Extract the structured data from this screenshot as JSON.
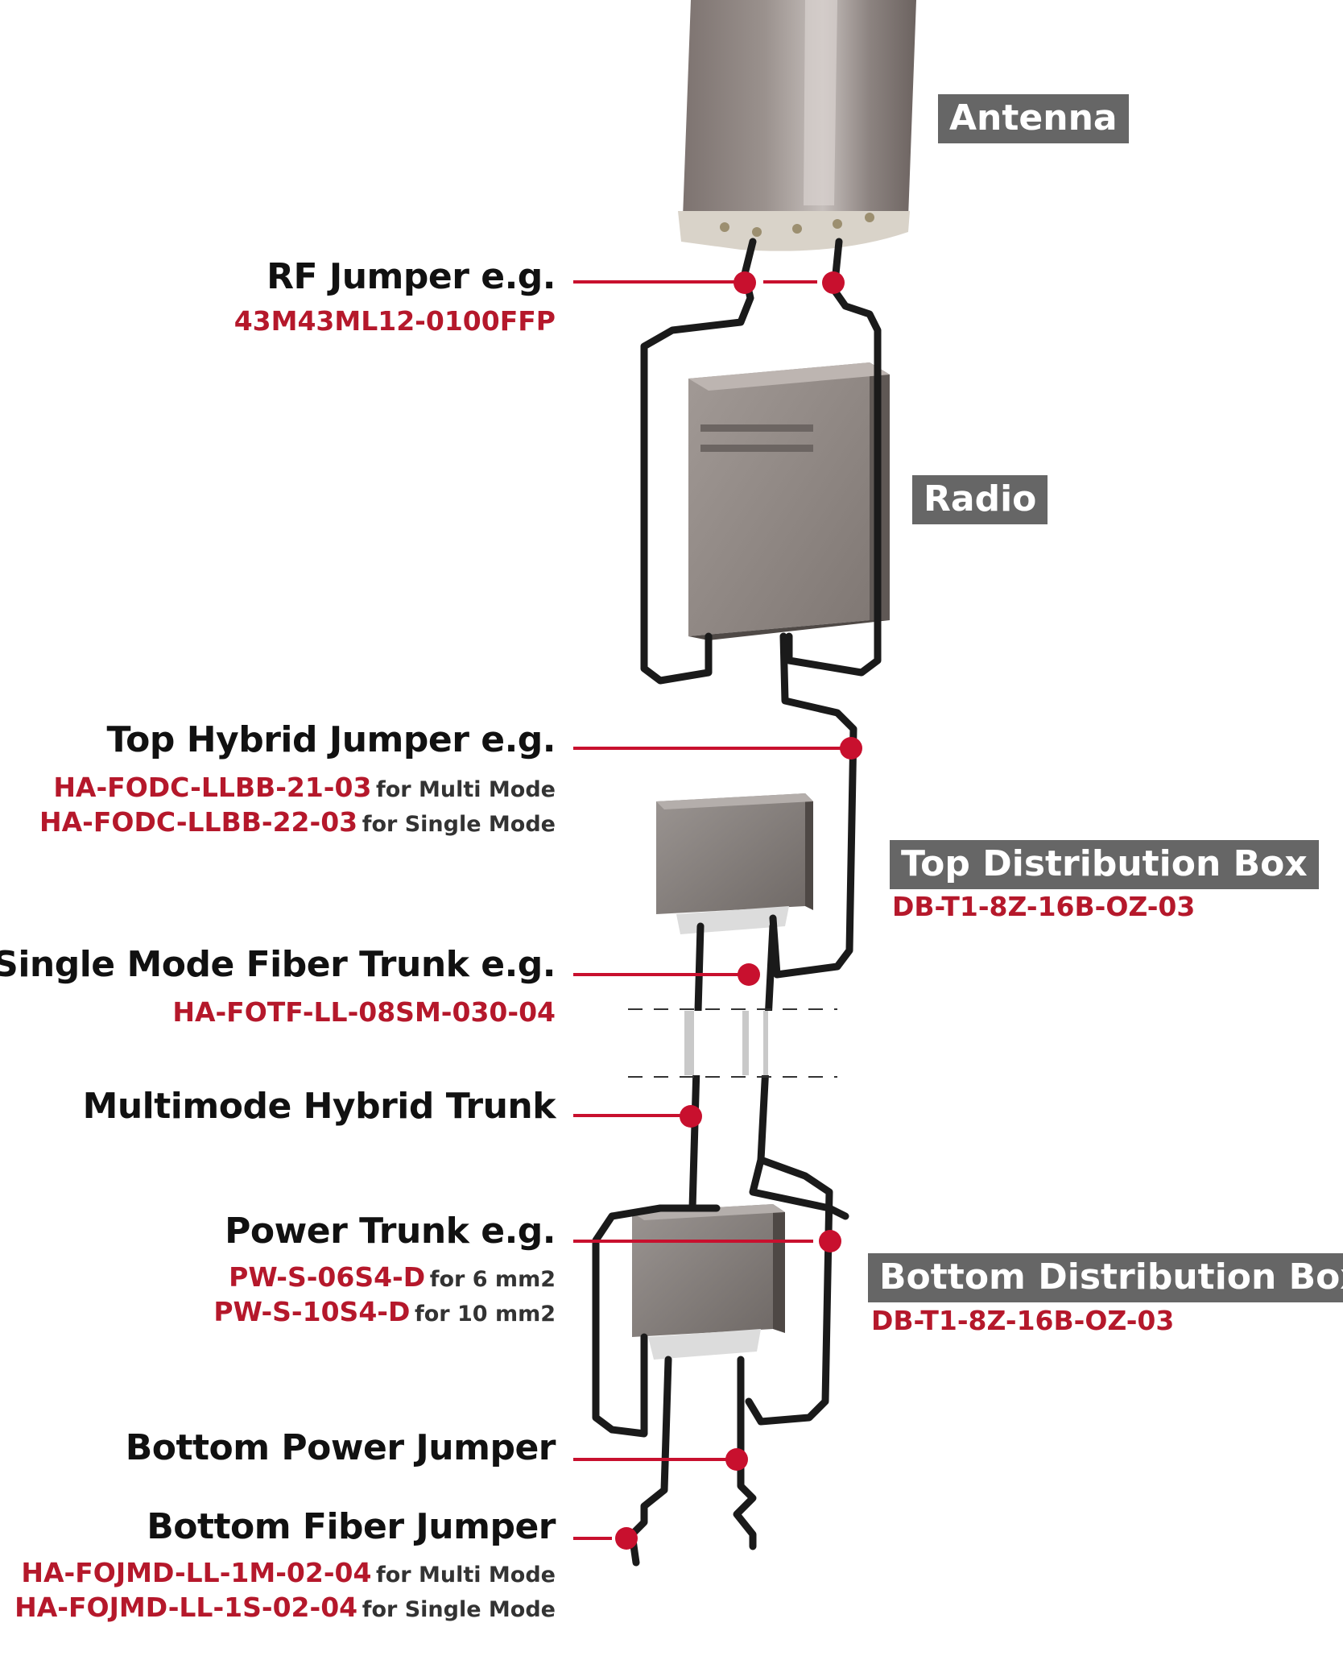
{
  "components": {
    "antenna": "Antenna",
    "radio": "Radio",
    "top_box": {
      "label": "Top Distribution Box",
      "code": "DB-T1-8Z-16B-OZ-03"
    },
    "bottom_box": {
      "label": "Bottom Distribution Box",
      "code": "DB-T1-8Z-16B-OZ-03"
    }
  },
  "callouts": {
    "rf_jumper": {
      "label": "RF Jumper e.g.",
      "code": "43M43ML12-0100FFP"
    },
    "top_hybrid": {
      "label": "Top Hybrid Jumper e.g.",
      "lines": [
        {
          "code": "HA-FODC-LLBB-21-03",
          "note": "for Multi Mode"
        },
        {
          "code": "HA-FODC-LLBB-22-03",
          "note": "for Single Mode"
        }
      ]
    },
    "single_mode_trunk": {
      "label": "Single Mode Fiber Trunk e.g.",
      "code": "HA-FOTF-LL-08SM-030-04"
    },
    "multimode_trunk": {
      "label": "Multimode Hybrid Trunk"
    },
    "power_trunk": {
      "label": "Power Trunk e.g.",
      "lines": [
        {
          "code": "PW-S-06S4-D",
          "note": "for 6 mm2"
        },
        {
          "code": "PW-S-10S4-D",
          "note": "for 10 mm2"
        }
      ]
    },
    "bottom_power_jumper": {
      "label": "Bottom Power Jumper"
    },
    "bottom_fiber_jumper": {
      "label": "Bottom Fiber Jumper",
      "lines": [
        {
          "code": "HA-FOJMD-LL-1M-02-04",
          "note": "for Multi Mode"
        },
        {
          "code": "HA-FOJMD-LL-1S-02-04",
          "note": "for Single Mode"
        }
      ]
    }
  },
  "colors": {
    "accent": "#c8102e",
    "tag_bg": "#666666",
    "cable": "#1a1a1a"
  }
}
